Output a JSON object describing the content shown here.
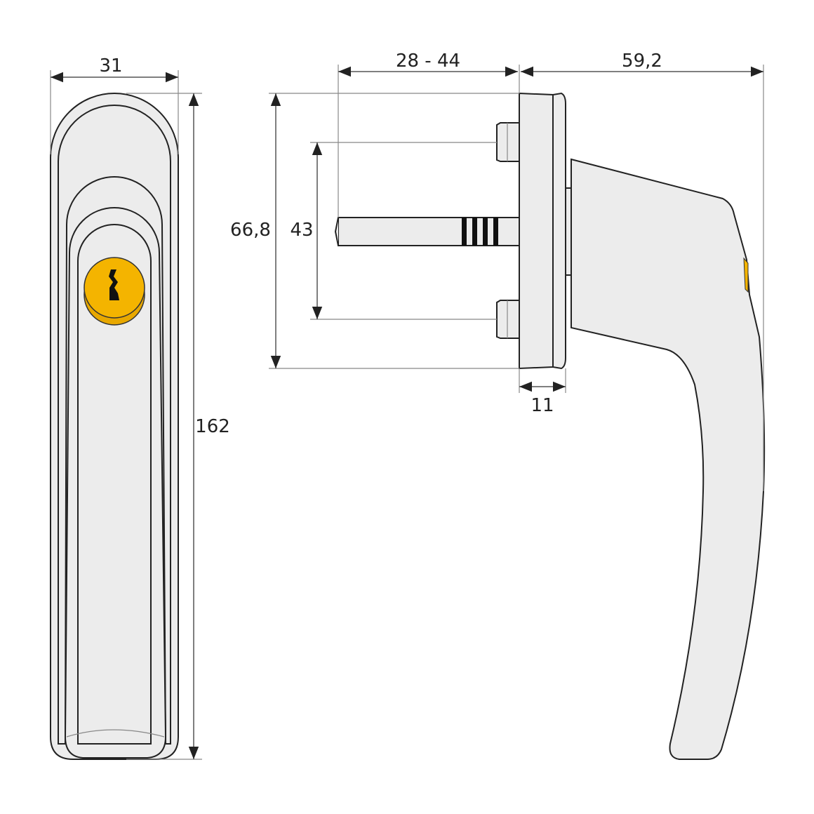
{
  "dimensions": {
    "width_front": "31",
    "height_total": "162",
    "spindle_length": "28 - 44",
    "projection": "59,2",
    "rosette_height": "66,8",
    "screw_spacing": "43",
    "rosette_depth": "11"
  },
  "colors": {
    "body": "#ececec",
    "outline": "#222222",
    "lock_cylinder": "#f4b400"
  },
  "icons": {
    "lock": "keyhole-icon"
  }
}
